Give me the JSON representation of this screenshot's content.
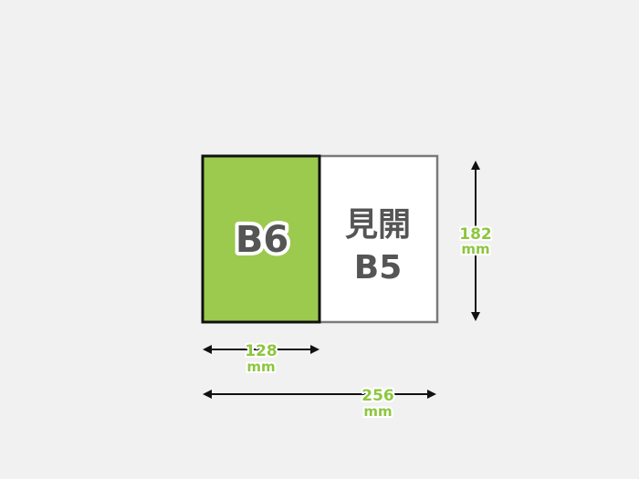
{
  "sheet_small": {
    "label": "B6",
    "fill": "#9bca4e",
    "text_color": "#555555"
  },
  "sheet_spread": {
    "line1": "見開",
    "line2": "B5",
    "fill": "#ffffff",
    "border": "#7a7a7a",
    "text_color": "#555555"
  },
  "dimensions": {
    "height_value": "182",
    "height_unit": "mm",
    "small_width_value": "128",
    "small_width_unit": "mm",
    "spread_width_value": "256",
    "spread_width_unit": "mm",
    "label_color": "#8dc63f"
  },
  "colors": {
    "background": "#f1f1f1",
    "arrow": "#111111",
    "outline": "#111111"
  }
}
